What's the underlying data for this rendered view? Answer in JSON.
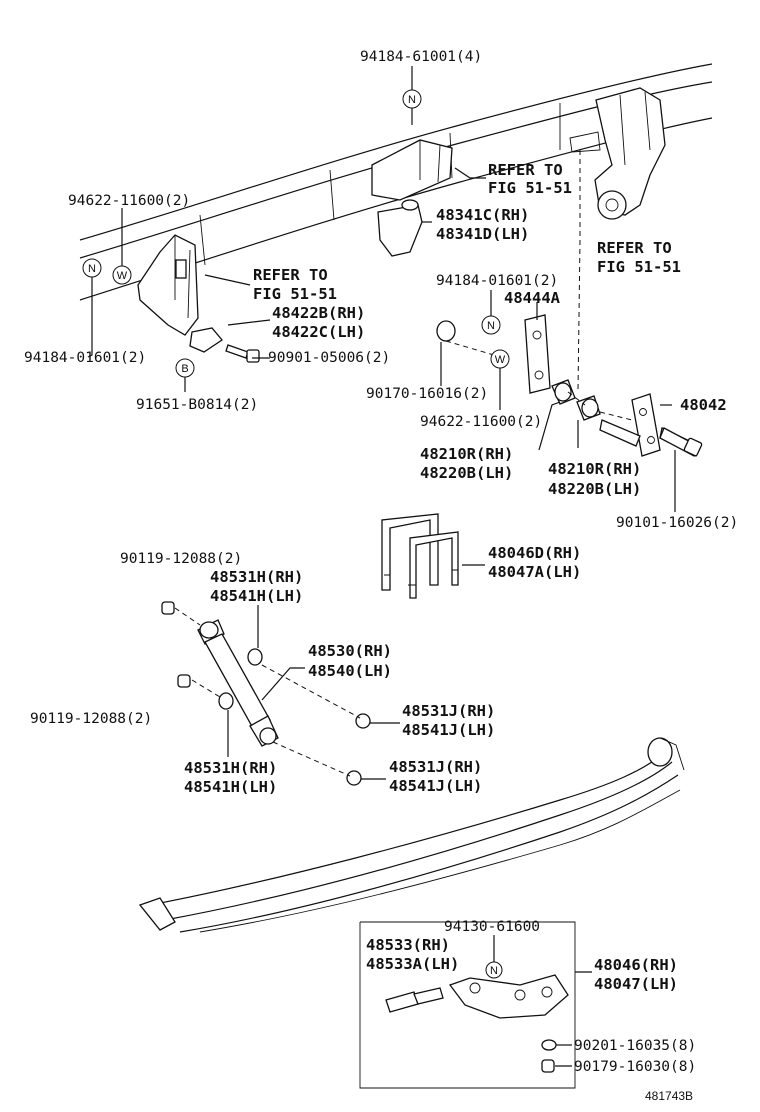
{
  "labels": {
    "l01": "94184-61001(4)",
    "l02": "REFER TO",
    "l03": "FIG 51-51",
    "l04": "94622-11600(2)",
    "l05": "48341C(RH)",
    "l06": "48341D(LH)",
    "l07": "REFER TO",
    "l08": "FIG 51-51",
    "l09": "REFER TO",
    "l10": "FIG 51-51",
    "l11": "48422B(RH)",
    "l12": "48422C(LH)",
    "l13": "94184-01601(2)",
    "l14": "48444A",
    "l15": "94184-01601(2)",
    "l16": "90901-05006(2)",
    "l17": "91651-B0814(2)",
    "l18": "90170-16016(2)",
    "l19": "94622-11600(2)",
    "l20": "48042",
    "l21": "48210R(RH)",
    "l22": "48220B(LH)",
    "l23": "48210R(RH)",
    "l24": "48220B(LH)",
    "l25": "90101-16026(2)",
    "l26": "90119-12088(2)",
    "l27": "48046D(RH)",
    "l28": "48047A(LH)",
    "l29": "48531H(RH)",
    "l30": "48541H(LH)",
    "l31": "48530(RH)",
    "l32": "48540(LH)",
    "l33": "90119-12088(2)",
    "l34": "48531J(RH)",
    "l35": "48541J(LH)",
    "l36": "48531H(RH)",
    "l37": "48541H(LH)",
    "l38": "48531J(RH)",
    "l39": "48541J(LH)",
    "l40": "94130-61600",
    "l41": "48533(RH)",
    "l42": "48533A(LH)",
    "l43": "48046(RH)",
    "l44": "48047(LH)",
    "l45": "90201-16035(8)",
    "l46": "90179-16030(8)",
    "l47": "481743B"
  },
  "markers": {
    "n": "N",
    "w": "W",
    "b": "B"
  }
}
